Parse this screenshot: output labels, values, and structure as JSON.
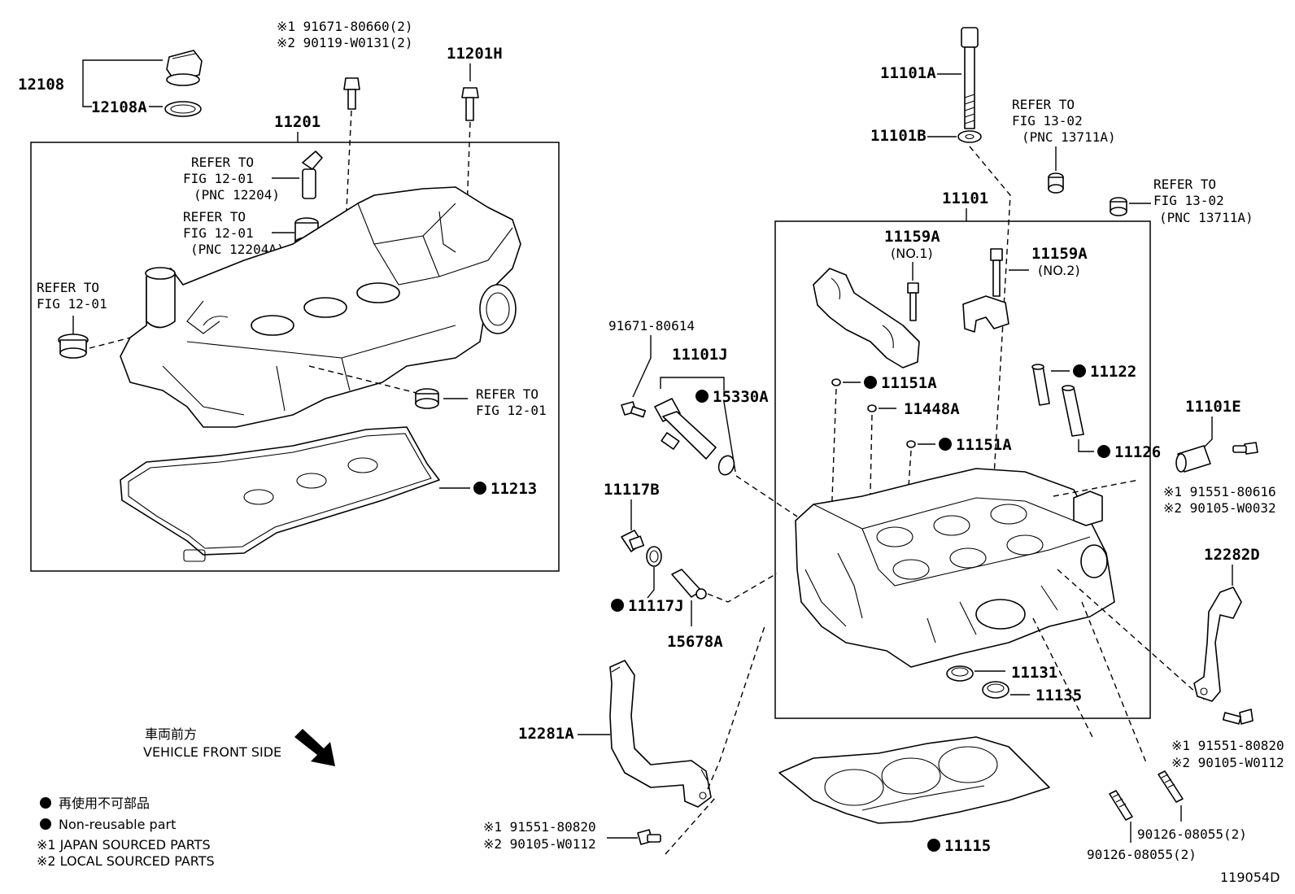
{
  "labels": {
    "p12108": "12108",
    "p12108A": "12108A",
    "p11201": "11201",
    "p11201H": "11201H",
    "bolt_note1": "※1 91671-80660(2)",
    "bolt_note2": "※2 90119-W0131(2)",
    "ref_pnc12204_1": "REFER TO",
    "ref_pnc12204_2": "FIG 12-01",
    "ref_pnc12204_3": "(PNC 12204)",
    "ref_pnc12204A_1": "REFER TO",
    "ref_pnc12204A_2": "FIG 12-01",
    "ref_pnc12204A_3": "(PNC 12204A)",
    "ref_left_1": "REFER TO",
    "ref_left_2": "FIG 12-01",
    "ref_cap_1": "REFER TO",
    "ref_cap_2": "FIG 12-01",
    "p11213": "11213",
    "p11101A": "11101A",
    "p11101B": "11101B",
    "ref_13711A_1": "REFER TO",
    "ref_13711A_2": "FIG 13-02",
    "ref_13711A_3": "(PNC 13711A)",
    "ref_13711A_b1": "REFER TO",
    "ref_13711A_b2": "FIG 13-02",
    "ref_13711A_b3": "(PNC 13711A)",
    "p11101": "11101",
    "p11159A_1": "11159A",
    "p11159A_1sub": "(NO.1)",
    "p11159A_2": "11159A",
    "p11159A_2sub": "(NO.2)",
    "p91671_80614": "91671-80614",
    "p11101J": "11101J",
    "p15330A": "15330A",
    "p11151A_a": "11151A",
    "p11448A": "11448A",
    "p11151A_b": "11151A",
    "p11122": "11122",
    "p11126": "11126",
    "p11101E": "11101E",
    "e_note1": "※1 91551-80616",
    "e_note2": "※2 90105-W0032",
    "p11117B": "11117B",
    "p11117J": "11117J",
    "p15678A": "15678A",
    "p12282D": "12282D",
    "p11131": "11131",
    "p11135": "11135",
    "p12281A": "12281A",
    "h_note1": "※1 91551-80820",
    "h_note2": "※2 90105-W0112",
    "h2_note1": "※1 91551-80820",
    "h2_note2": "※2 90105-W0112",
    "p11115": "11115",
    "stud_a": "90126-08055(2)",
    "stud_b": "90126-08055(2)",
    "front_jp": "車両前方",
    "front_en": "VEHICLE FRONT SIDE",
    "legend_jp": "再使用不可部品",
    "legend_en": "Non-reusable part",
    "legend_1": "※1 JAPAN SOURCED PARTS",
    "legend_2": "※2 LOCAL SOURCED PARTS",
    "fig_id": "119054D"
  }
}
